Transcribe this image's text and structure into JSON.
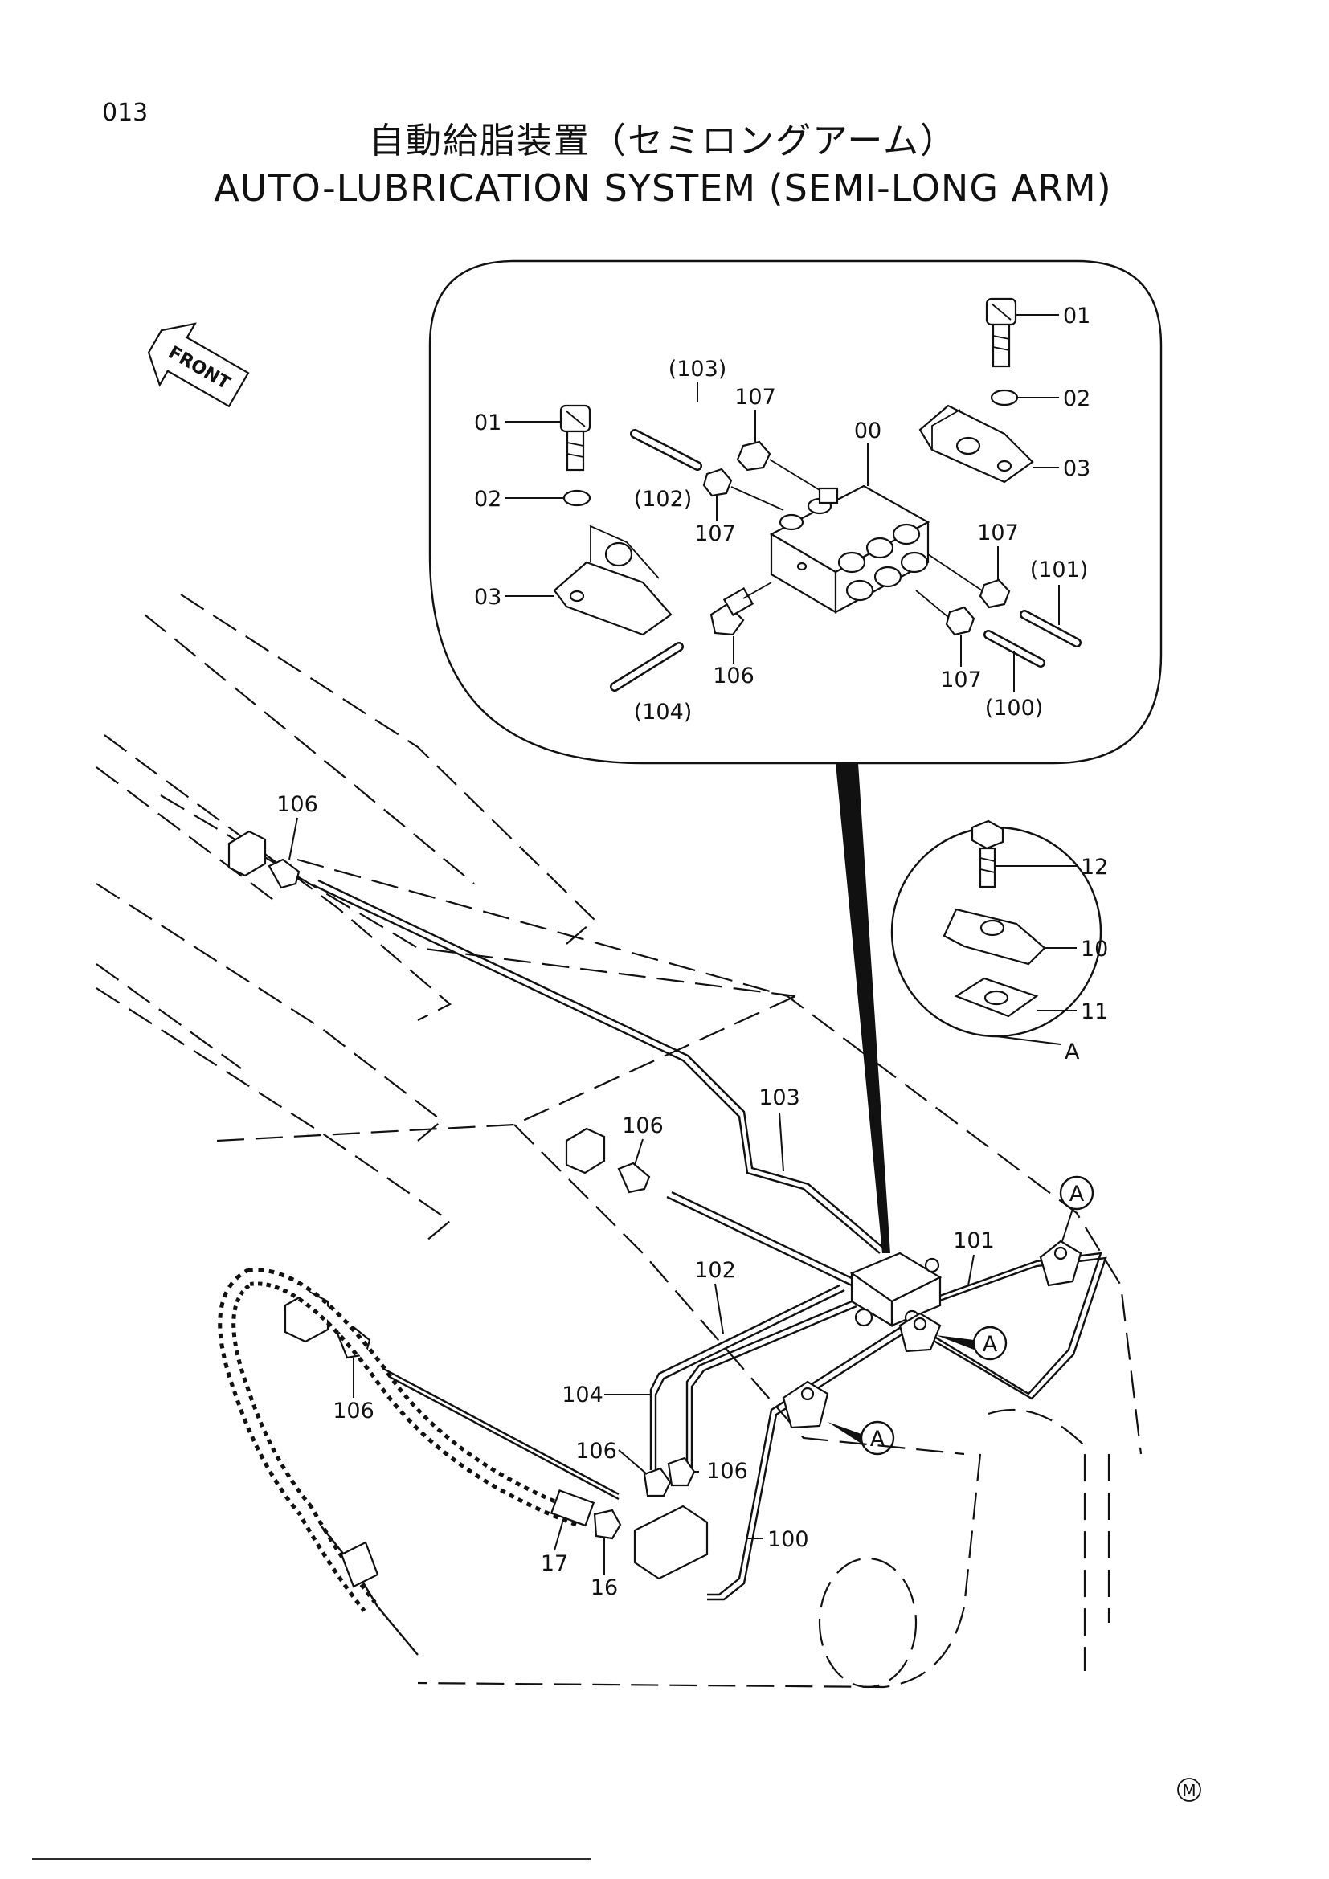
{
  "page_number": "013",
  "title_jp": "自動給脂装置（セミロングアーム）",
  "title_en": "AUTO-LUBRICATION SYSTEM (SEMI-LONG ARM)",
  "front_label": "FRONT",
  "mark": "M",
  "detail_a_label": "A",
  "detail_upper_labels": {
    "bolt_right": "01",
    "washer_right": "02",
    "bracket_right": "03",
    "bolt_left": "01",
    "washer_left": "02",
    "bracket_left": "03",
    "pipe_103": "(103)",
    "pipe_102": "(102)",
    "pipe_101": "(101)",
    "pipe_100": "(100)",
    "pipe_104": "(104)",
    "nut_top": "107",
    "nut_left": "107",
    "nut_right_top": "107",
    "nut_right_bottom": "107",
    "distributor": "00",
    "fitting": "106"
  },
  "detail_circle_labels": {
    "bolt": "12",
    "clamp": "10",
    "plate": "11"
  },
  "main_labels": {
    "fitting_top_left": "106",
    "fitting_mid": "106",
    "fitting_left": "106",
    "fitting_low_left": "106",
    "fitting_low_right": "106",
    "pipe_103": "103",
    "pipe_102": "102",
    "pipe_101": "101",
    "pipe_104": "104",
    "pipe_100": "100",
    "hose_17": "17",
    "fitting_16": "16",
    "callout_a1": "A",
    "callout_a2": "A",
    "callout_a3": "A"
  }
}
